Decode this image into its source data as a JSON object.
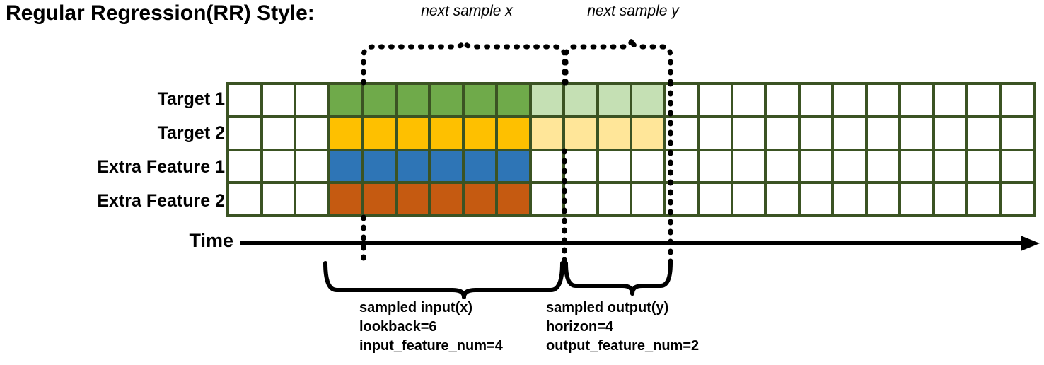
{
  "title": "Regular Regression(RR) Style:",
  "rows": [
    {
      "label": "Target 1",
      "name": "target-1"
    },
    {
      "label": "Target 2",
      "name": "target-2"
    },
    {
      "label": "Extra Feature 1",
      "name": "extra-feature-1"
    },
    {
      "label": "Extra Feature 2",
      "name": "extra-feature-2"
    }
  ],
  "grid": {
    "columns": 24,
    "rows": 4,
    "border_color": "#3b5323",
    "empty_color": "#ffffff",
    "input_start_col": 4,
    "input_end_col": 9,
    "output_start_col": 10,
    "output_end_col": 13,
    "fills": [
      [
        "white",
        "white",
        "white",
        "green",
        "green",
        "green",
        "green",
        "green",
        "green",
        "lgreen",
        "lgreen",
        "lgreen",
        "lgreen",
        "white",
        "white",
        "white",
        "white",
        "white",
        "white",
        "white",
        "white",
        "white",
        "white",
        "white"
      ],
      [
        "white",
        "white",
        "white",
        "gold",
        "gold",
        "gold",
        "gold",
        "gold",
        "gold",
        "lgold",
        "lgold",
        "lgold",
        "lgold",
        "white",
        "white",
        "white",
        "white",
        "white",
        "white",
        "white",
        "white",
        "white",
        "white",
        "white"
      ],
      [
        "white",
        "white",
        "white",
        "blue",
        "blue",
        "blue",
        "blue",
        "blue",
        "blue",
        "white",
        "white",
        "white",
        "white",
        "white",
        "white",
        "white",
        "white",
        "white",
        "white",
        "white",
        "white",
        "white",
        "white",
        "white"
      ],
      [
        "white",
        "white",
        "white",
        "orange",
        "orange",
        "orange",
        "orange",
        "orange",
        "orange",
        "white",
        "white",
        "white",
        "white",
        "white",
        "white",
        "white",
        "white",
        "white",
        "white",
        "white",
        "white",
        "white",
        "white",
        "white"
      ]
    ]
  },
  "colors": {
    "green": "#6faa4a",
    "light_green": "#c5e0b4",
    "gold": "#fec000",
    "light_gold": "#ffe699",
    "blue": "#2e75b6",
    "orange": "#c55a11",
    "border": "#3b5323",
    "line": "#000000"
  },
  "time_axis": {
    "label": "Time"
  },
  "top_braces": [
    {
      "name": "next-sample-x",
      "label": "next sample x"
    },
    {
      "name": "next-sample-y",
      "label": "next sample y"
    }
  ],
  "bottom_braces": [
    {
      "name": "sampled-input",
      "title": "sampled input(x)",
      "line2": "lookback=6",
      "line3": "input_feature_num=4"
    },
    {
      "name": "sampled-output",
      "title": "sampled output(y)",
      "line2": "horizon=4",
      "line3": "output_feature_num=2"
    }
  ]
}
